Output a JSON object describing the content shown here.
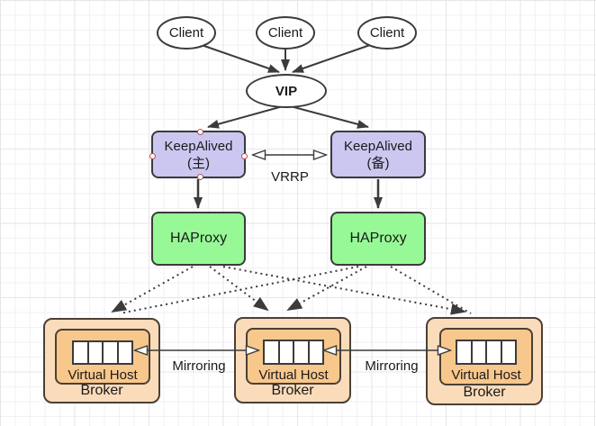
{
  "diagram": {
    "clients": [
      {
        "label": "Client"
      },
      {
        "label": "Client"
      },
      {
        "label": "Client"
      }
    ],
    "vip": {
      "label": "VIP"
    },
    "keepalived": [
      {
        "name": "KeepAlived",
        "role": "(主)"
      },
      {
        "name": "KeepAlived",
        "role": "(备)"
      }
    ],
    "vrrp_label": "VRRP",
    "haproxy": [
      {
        "label": "HAProxy"
      },
      {
        "label": "HAProxy"
      }
    ],
    "brokers": [
      {
        "host_label": "Virtual Host",
        "broker_label": "Broker",
        "queue_cells": 4
      },
      {
        "host_label": "Virtual Host",
        "broker_label": "Broker",
        "queue_cells": 4
      },
      {
        "host_label": "Virtual Host",
        "broker_label": "Broker",
        "queue_cells": 4
      }
    ],
    "mirroring_labels": [
      {
        "label": "Mirroring"
      },
      {
        "label": "Mirroring"
      }
    ],
    "colors": {
      "keepalived_fill": "#cbc7f1",
      "haproxy_fill": "#96f996",
      "broker_fill": "#fbdcba",
      "virtual_host_fill": "#f8c78c",
      "connector": "#3b3b3b",
      "handle_ring": "#b85450"
    }
  }
}
